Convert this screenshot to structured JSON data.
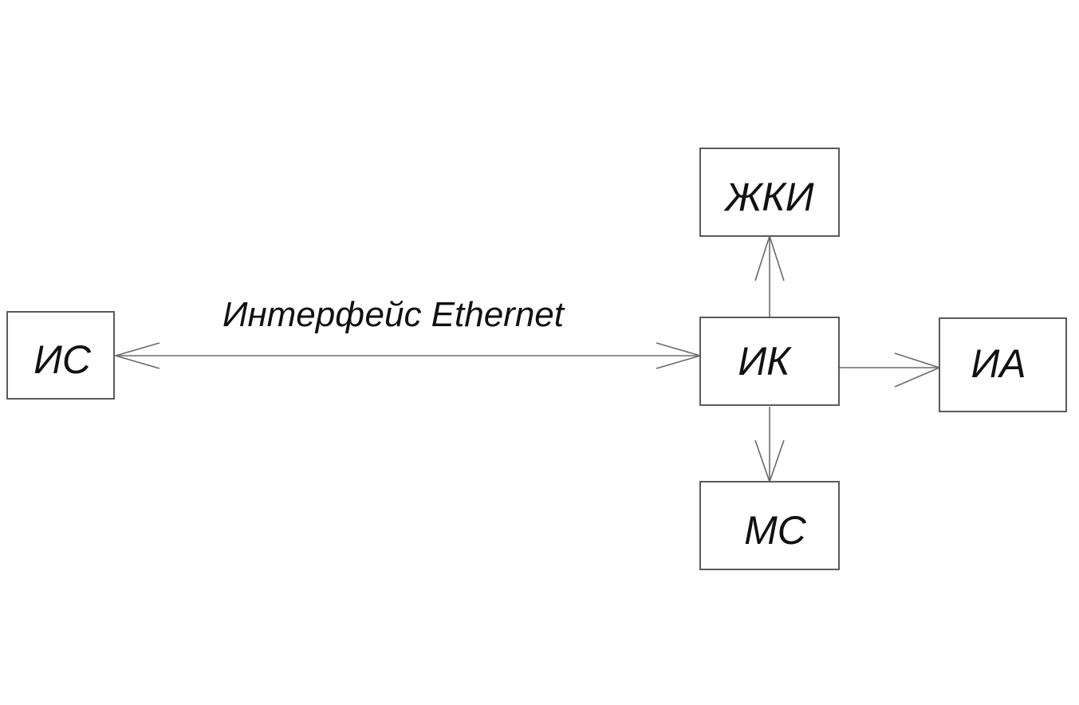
{
  "diagram": {
    "colors": {
      "line": "#6a6a6a",
      "box_border": "#5a5a5a",
      "text": "#111111",
      "background": "#ffffff"
    },
    "nodes": {
      "is": {
        "label": "ИС"
      },
      "ik": {
        "label": "ИК"
      },
      "zhki": {
        "label": "ЖКИ"
      },
      "ia": {
        "label": "ИА"
      },
      "ms": {
        "label": "МС"
      }
    },
    "edges": {
      "is_ik": {
        "from": "is",
        "to": "ik",
        "direction": "both",
        "label": "Интерфейс Ethernet"
      },
      "ik_zhki": {
        "from": "ik",
        "to": "zhki",
        "direction": "forward"
      },
      "ik_ia": {
        "from": "ik",
        "to": "ia",
        "direction": "forward"
      },
      "ik_ms": {
        "from": "ik",
        "to": "ms",
        "direction": "forward"
      }
    }
  }
}
